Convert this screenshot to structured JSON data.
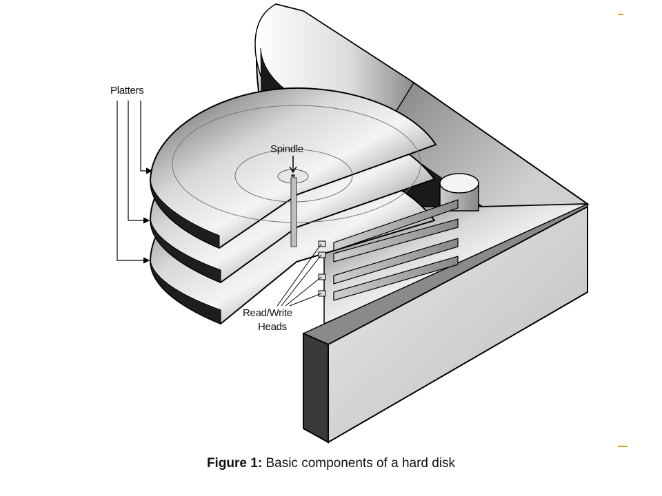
{
  "labels": {
    "platters": "Platters",
    "spindle": "Spindle",
    "read_write_heads_line1": "Read/Write",
    "read_write_heads_line2": "Heads"
  },
  "caption": {
    "figure_label": "Figure 1:",
    "text": "Basic components of a hard disk"
  },
  "colors": {
    "slide_accent": "#c8a42a",
    "line": "#000000",
    "background": "#ffffff"
  }
}
